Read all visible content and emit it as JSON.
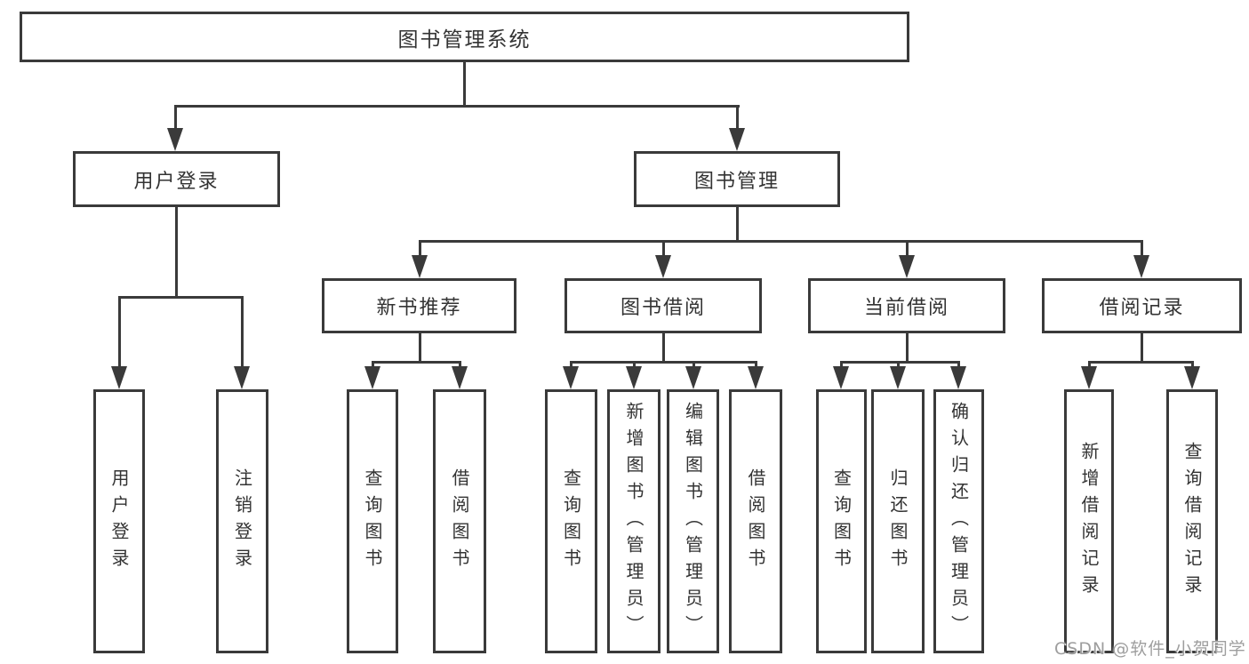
{
  "diagram": {
    "root": {
      "label": "图书管理系统"
    },
    "branches": {
      "user_login": {
        "label": "用户登录",
        "children": [
          "用户登录",
          "注销登录"
        ]
      },
      "book_management": {
        "label": "图书管理",
        "sections": {
          "new_book_recommend": {
            "label": "新书推荐",
            "children": [
              "查询图书",
              "借阅图书"
            ]
          },
          "book_borrowing": {
            "label": "图书借阅",
            "children": [
              "查询图书",
              "新增图书（管理员）",
              "编辑图书（管理员）",
              "借阅图书"
            ]
          },
          "current_borrowing": {
            "label": "当前借阅",
            "children": [
              "查询图书",
              "归还图书",
              "确认归还（管理员）"
            ]
          },
          "borrowing_records": {
            "label": "借阅记录",
            "children": [
              "新增借阅记录",
              "查询借阅记录"
            ]
          }
        }
      }
    }
  },
  "watermark": {
    "text": "CSDN @软件_小贺同学"
  },
  "colors": {
    "line": "#3a3a3a",
    "text": "#333333",
    "watermark": "#9e9e9e",
    "background": "#ffffff"
  }
}
